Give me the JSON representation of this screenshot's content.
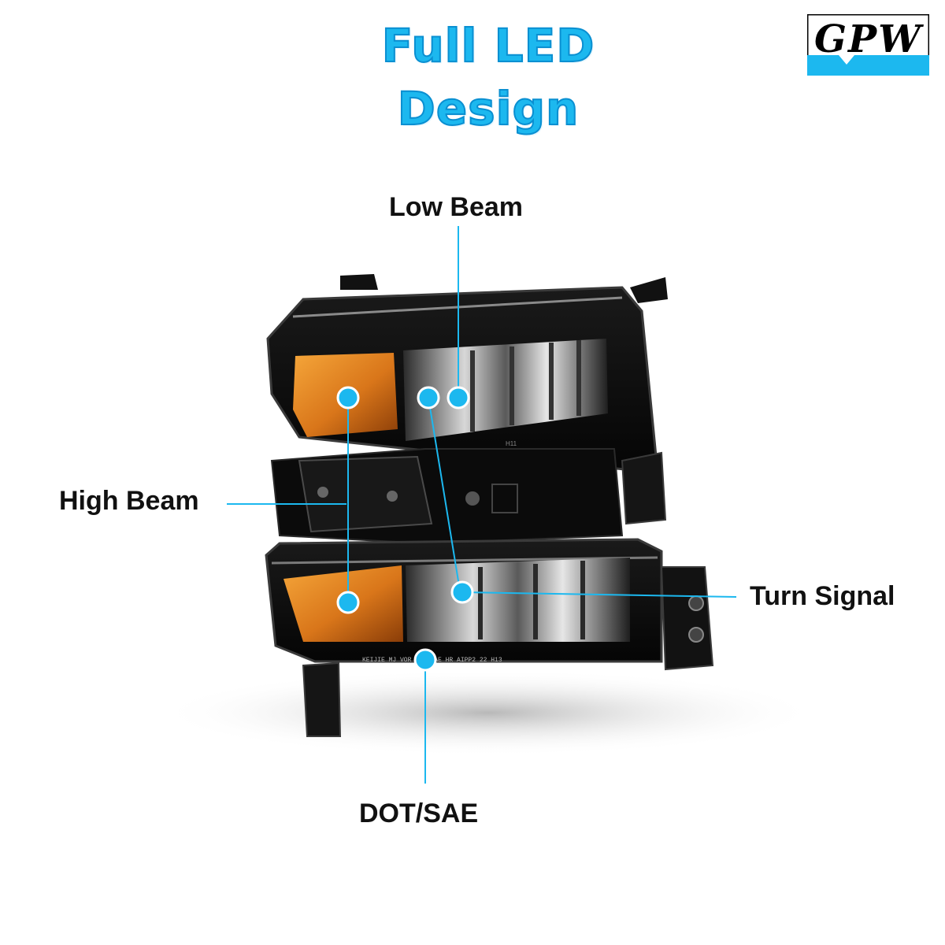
{
  "headline": "Full LED Design",
  "brand": {
    "logo_text": "GPW",
    "accent_color": "#1cb8ef"
  },
  "callouts": {
    "low_beam": "Low Beam",
    "high_beam": "High Beam",
    "turn_signal": "Turn Signal",
    "dot_sae": "DOT/SAE"
  },
  "lens_marking": "KEIJIE MJ  VOR DOT SAE HR AIPP2 22 H13",
  "bulb_marking": "H11"
}
